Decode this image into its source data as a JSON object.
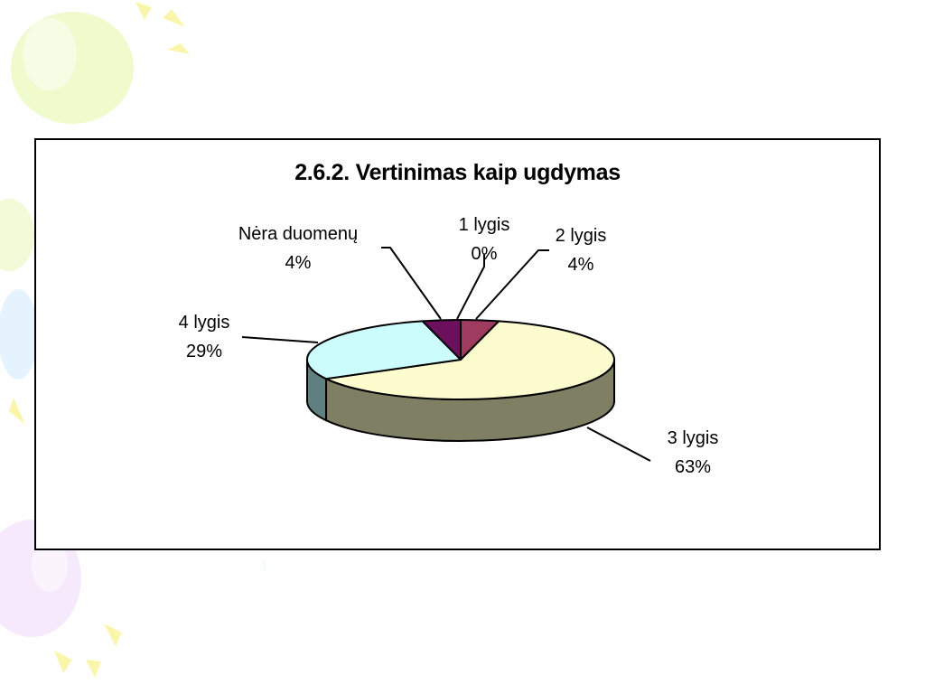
{
  "chart_data": {
    "type": "pie",
    "title": "2.6.2. Vertinimas kaip ugdymas",
    "three_d": true,
    "start_direction": "top-center",
    "slices": [
      {
        "name": "1 lygis",
        "value": 0,
        "label": "0%",
        "top_color": "#7a1c5a",
        "side_color": "#5a1242"
      },
      {
        "name": "2 lygis",
        "value": 4,
        "label": "4%",
        "top_color": "#9e3b5e",
        "side_color": "#6e2440"
      },
      {
        "name": "3 lygis",
        "value": 63,
        "label": "63%",
        "top_color": "#fdfcce",
        "side_color": "#7f7f63"
      },
      {
        "name": "4 lygis",
        "value": 29,
        "label": "29%",
        "top_color": "#cdfcfc",
        "side_color": "#5f8080"
      },
      {
        "name": "Nėra duomenų",
        "value": 4,
        "label": "4%",
        "top_color": "#6c0f5c",
        "side_color": "#4a0a3f"
      }
    ]
  }
}
